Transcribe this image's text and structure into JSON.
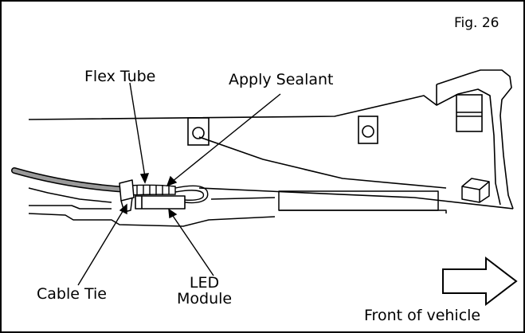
{
  "figure": {
    "number": "Fig. 26"
  },
  "callouts": {
    "flex_tube": "Flex Tube",
    "apply_sealant": "Apply Sealant",
    "cable_tie": "Cable Tie",
    "led_module_line1": "LED",
    "led_module_line2": "Module"
  },
  "direction": {
    "label": "Front of vehicle",
    "icon": "right-arrow-icon"
  },
  "colors": {
    "ink": "#000000",
    "cable_fill": "#9a9a9a",
    "background": "#ffffff"
  }
}
